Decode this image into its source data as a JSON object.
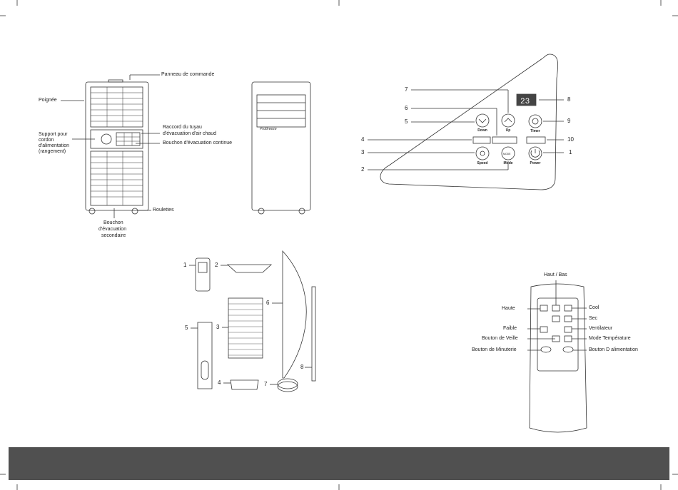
{
  "unit_labels": {
    "control_panel": "Panneau de commande",
    "handle": "Poignée",
    "cord_support": [
      "Support pour",
      "cordon",
      "d'alimentation",
      "(rangement)"
    ],
    "hot_air_connector": [
      "Raccord du tuyau",
      "d'évacuation d'air chaud"
    ],
    "continuous_drain": "Bouchon d'évacuation continue",
    "wheels": "Roulettes",
    "secondary_drain": [
      "Bouchon",
      "d'évacuation",
      "secondaire"
    ],
    "brand": "ProBreeze"
  },
  "control_panel": {
    "display": "23",
    "buttons": {
      "down": "Down",
      "up": "Up",
      "timer": "Timer",
      "speed": "Speed",
      "mode": "Mode",
      "power": "Power",
      "mode_glyph": "MODE"
    },
    "callouts": [
      "1",
      "2",
      "3",
      "4",
      "5",
      "6",
      "7",
      "8",
      "9",
      "10"
    ]
  },
  "parts": {
    "numbers": [
      "1",
      "2",
      "3",
      "4",
      "5",
      "6",
      "7",
      "8"
    ]
  },
  "remote": {
    "top": "Haut / Bas",
    "left": [
      "Haute",
      "Faible",
      "Bouton de Veille",
      "Bouton de Minuterie"
    ],
    "right": [
      "Cool",
      "Sec",
      "Ventilateur",
      "Mode Température",
      "Bouton D alimentation"
    ]
  },
  "colors": {
    "footer": "#505050",
    "line": "#333333"
  }
}
